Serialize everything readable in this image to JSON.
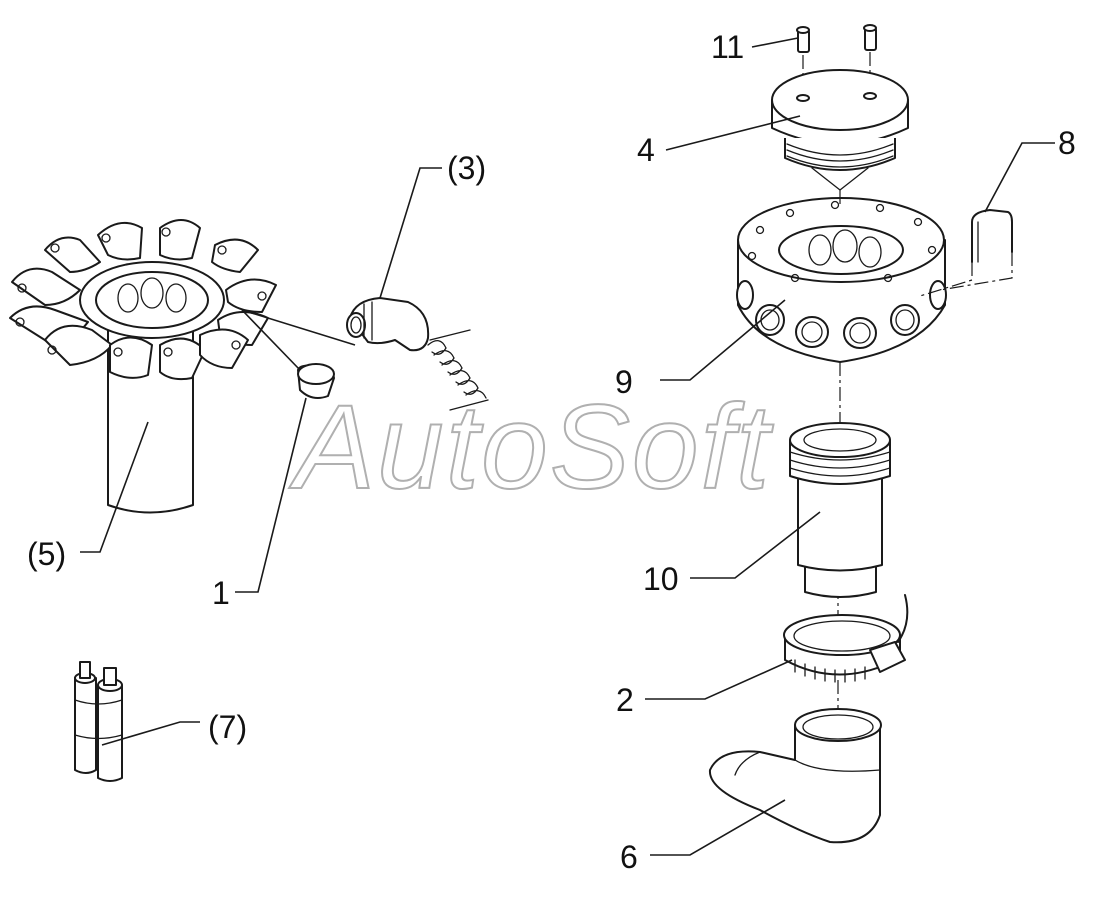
{
  "watermark": "AutoSoft",
  "callouts": {
    "c1": "1",
    "c2": "2",
    "c3": "(3)",
    "c4": "4",
    "c5": "(5)",
    "c6": "6",
    "c7": "(7)",
    "c8": "8",
    "c9": "9",
    "c10": "10",
    "c11": "11"
  },
  "colors": {
    "ink": "#1a1a1a",
    "watermark": "#b0b0b0",
    "background": "#ffffff"
  }
}
